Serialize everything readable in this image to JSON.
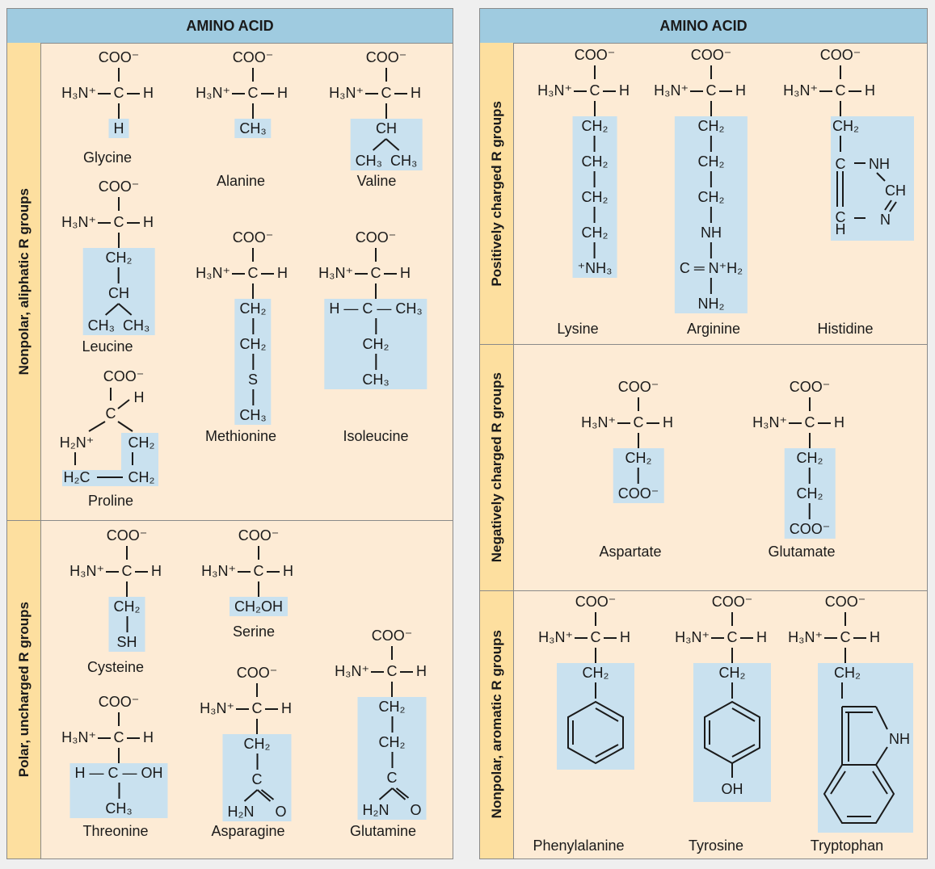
{
  "panels": [
    {
      "header": "AMINO ACID",
      "groups": [
        {
          "label": "Nonpolar, aliphatic R groups"
        },
        {
          "label": "Polar, uncharged R groups"
        }
      ]
    },
    {
      "header": "AMINO ACID",
      "groups": [
        {
          "label": "Positively charged R groups"
        },
        {
          "label": "Negatively charged R groups"
        },
        {
          "label": "Nonpolar, aromatic R groups"
        }
      ]
    }
  ],
  "backbone": {
    "carboxyl": "COO⁻",
    "amine": "H₃N⁺",
    "alpha_c": "C",
    "h": "H"
  },
  "colors": {
    "header": "#9fcbe0",
    "side": "#fddf9f",
    "body": "#fdebd5",
    "r_group": "#c9e1ef"
  },
  "amino_acids": [
    {
      "id": "glycine",
      "name": "Glycine",
      "r": [
        "H"
      ]
    },
    {
      "id": "alanine",
      "name": "Alanine",
      "r": [
        "CH₃"
      ]
    },
    {
      "id": "valine",
      "name": "Valine",
      "r": [
        "CH",
        [
          "CH₃",
          "CH₃"
        ]
      ]
    },
    {
      "id": "leucine",
      "name": "Leucine",
      "r": [
        "CH₂",
        "CH",
        [
          "CH₃",
          "CH₃"
        ]
      ]
    },
    {
      "id": "methionine",
      "name": "Methionine",
      "r": [
        "CH₂",
        "CH₂",
        "S",
        "CH₃"
      ]
    },
    {
      "id": "isoleucine",
      "name": "Isoleucine",
      "r": [
        "H — C — CH₃",
        "CH₂",
        "CH₃"
      ]
    },
    {
      "id": "proline",
      "name": "Proline",
      "labels": {
        "carboxyl": "COO⁻",
        "h": "H",
        "c": "C",
        "amine": "H₂N⁺",
        "ch2_right": "CH₂",
        "h2c": "H₂C",
        "ch2_bottom": "CH₂"
      }
    },
    {
      "id": "cysteine",
      "name": "Cysteine",
      "r": [
        "CH₂",
        "SH"
      ]
    },
    {
      "id": "serine",
      "name": "Serine",
      "r": [
        "CH₂OH"
      ]
    },
    {
      "id": "threonine",
      "name": "Threonine",
      "r": [
        "H — C — OH",
        "CH₃"
      ]
    },
    {
      "id": "asparagine",
      "name": "Asparagine",
      "r": [
        "CH₂",
        "C",
        [
          "H₂N",
          "O"
        ]
      ],
      "amide": true
    },
    {
      "id": "glutamine",
      "name": "Glutamine",
      "r": [
        "CH₂",
        "CH₂",
        "C",
        [
          "H₂N",
          "O"
        ]
      ],
      "amide": true
    },
    {
      "id": "lysine",
      "name": "Lysine",
      "r": [
        "CH₂",
        "CH₂",
        "CH₂",
        "CH₂",
        "⁺NH₃"
      ]
    },
    {
      "id": "arginine",
      "name": "Arginine",
      "r": [
        "CH₂",
        "CH₂",
        "CH₂",
        "NH",
        "C ═ N⁺H₂",
        "NH₂"
      ]
    },
    {
      "id": "histidine",
      "name": "Histidine",
      "r": [
        "CH₂"
      ],
      "ring": "imidazole",
      "ring_labels": {
        "c4": "C",
        "nh": "NH",
        "ch": "CH",
        "n": "N",
        "c5": "C",
        "h": "H"
      }
    },
    {
      "id": "aspartate",
      "name": "Aspartate",
      "r": [
        "CH₂",
        "COO⁻"
      ]
    },
    {
      "id": "glutamate",
      "name": "Glutamate",
      "r": [
        "CH₂",
        "CH₂",
        "COO⁻"
      ]
    },
    {
      "id": "phenylalanine",
      "name": "Phenylalanine",
      "r": [
        "CH₂"
      ],
      "ring": "benzene"
    },
    {
      "id": "tyrosine",
      "name": "Tyrosine",
      "r": [
        "CH₂"
      ],
      "ring": "phenol",
      "ring_labels": {
        "oh": "OH"
      }
    },
    {
      "id": "tryptophan",
      "name": "Tryptophan",
      "r": [
        "CH₂"
      ],
      "ring": "indole",
      "ring_labels": {
        "nh": "NH"
      }
    }
  ]
}
